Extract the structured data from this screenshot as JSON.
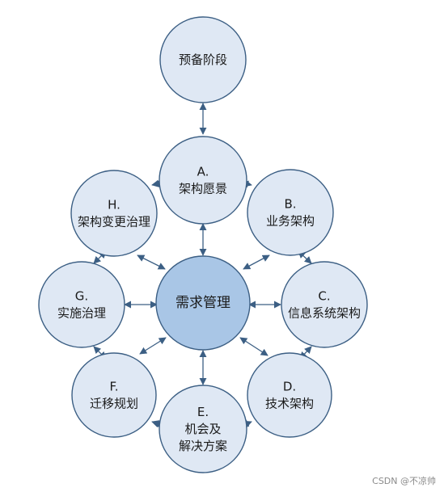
{
  "colors": {
    "node_fill": "#dfe8f4",
    "node_stroke": "#3c5f84",
    "center_fill": "#a9c6e6",
    "arrow": "#3c5f84"
  },
  "nodes": {
    "prelim": {
      "lines": [
        "预备阶段"
      ]
    },
    "a": {
      "lines": [
        "A.",
        "架构愿景"
      ]
    },
    "b": {
      "lines": [
        "B.",
        "业务架构"
      ]
    },
    "c": {
      "lines": [
        "C.",
        "信息系统架构"
      ]
    },
    "d": {
      "lines": [
        "D.",
        "技术架构"
      ]
    },
    "e": {
      "lines": [
        "E.",
        "机会及",
        "解决方案"
      ]
    },
    "f": {
      "lines": [
        "F.",
        "迁移规划"
      ]
    },
    "g": {
      "lines": [
        "G.",
        "实施治理"
      ]
    },
    "h": {
      "lines": [
        "H.",
        "架构变更治理"
      ]
    },
    "center": {
      "lines": [
        "需求管理"
      ]
    }
  },
  "watermark": "CSDN @不凉帅"
}
